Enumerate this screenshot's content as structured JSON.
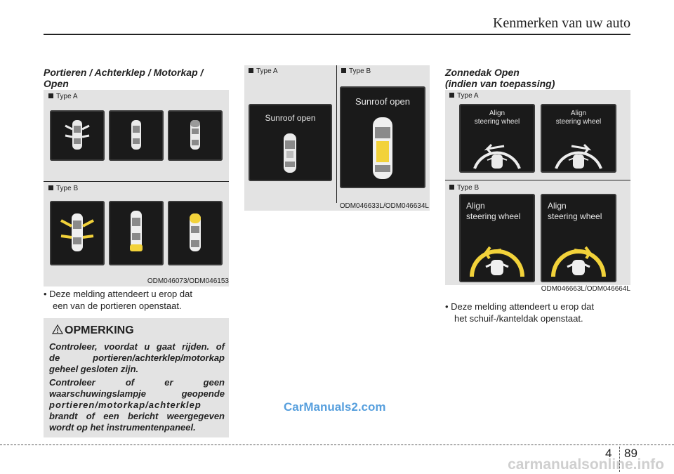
{
  "header": {
    "title": "Kenmerken van uw auto"
  },
  "left": {
    "title": "Portieren / Achterklep / Motorkap / Open",
    "title_line1": "Portieren / Achterklep / Motorkap /",
    "title_line2": "Open",
    "type_a": "Type A",
    "type_b": "Type B",
    "code": "ODM046073/ODM046153",
    "bullet_line1": "• Deze melding attendeert u erop dat",
    "bullet_line2": "een van de portieren openstaat."
  },
  "note": {
    "heading": "OPMERKING",
    "lines": [
      "Controleer, voordat u gaat rijden. of",
      "de portieren/achterklep/motorkap",
      "geheel gesloten zijn.",
      "Controleer of er geen",
      "waarschuwingslampje geopende",
      "portieren/motorkap/achterklep",
      "brandt of een bericht weergegeven",
      "wordt op het instrumentenpaneel."
    ]
  },
  "middle": {
    "type_a": "Type A",
    "type_b": "Type B",
    "sunroof_a": "Sunroof open",
    "sunroof_b": "Sunroof open",
    "code": "ODM046633L/ODM046634L"
  },
  "right": {
    "title_line1": "Zonnedak Open",
    "title_line2": "(indien van toepassing)",
    "type_a": "Type A",
    "type_b": "Type B",
    "align_line1": "Align",
    "align_line2": "steering wheel",
    "code": "ODM046663L/ODM046664L",
    "bullet_line1": "• Deze melding attendeert u erop dat",
    "bullet_line2": "het schuif-/kanteldak openstaat."
  },
  "watermark": "CarManuals2.com",
  "footer": {
    "chapter": "4",
    "page": "89",
    "site": "carmanualsonline.info"
  },
  "colors": {
    "accent_yellow": "#f2d23a",
    "tile_dark": "#1a1a1a",
    "panel_gray": "#e3e3e3",
    "watermark_blue": "#3a8fd8"
  }
}
